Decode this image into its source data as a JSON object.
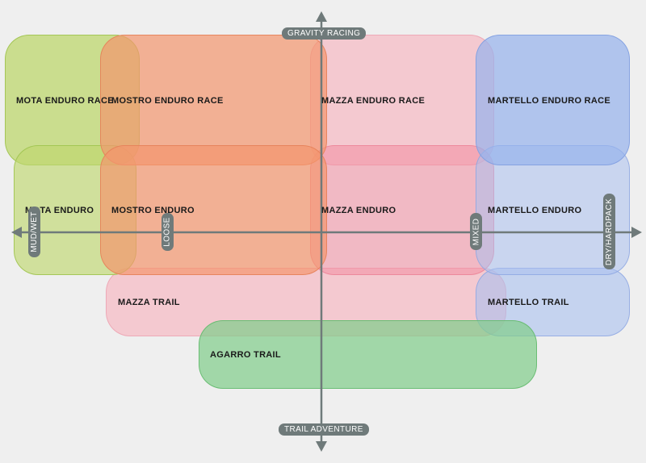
{
  "colors": {
    "lime": "#c5dd84",
    "orange": "#f3a07a",
    "pink": "#f5bcc5",
    "blue": "#a9c0ee",
    "green": "#94d59a",
    "axis": "#6f7a7a"
  },
  "axes": {
    "top": "GRAVITY RACING",
    "bottom": "TRAIL ADVENTURE",
    "left": "MUD/WET",
    "loose": "LOOSE",
    "mixed": "MIXED",
    "right": "DRY/HARDPACK"
  },
  "products": {
    "mota_enduro_race": "MOTA ENDURO RACE",
    "mostro_enduro_race": "MOSTRO ENDURO RACE",
    "mazza_enduro_race": "MAZZA ENDURO RACE",
    "martello_enduro_race": "MARTELLO ENDURO RACE",
    "mota_enduro": "MOTA ENDURO",
    "mostro_enduro": "MOSTRO ENDURO",
    "mazza_enduro": "MAZZA ENDURO",
    "martello_enduro": "MARTELLO ENDURO",
    "mazza_trail": "MAZZA TRAIL",
    "martello_trail": "MARTELLO TRAIL",
    "agarro_trail": "AGARRO TRAIL"
  }
}
